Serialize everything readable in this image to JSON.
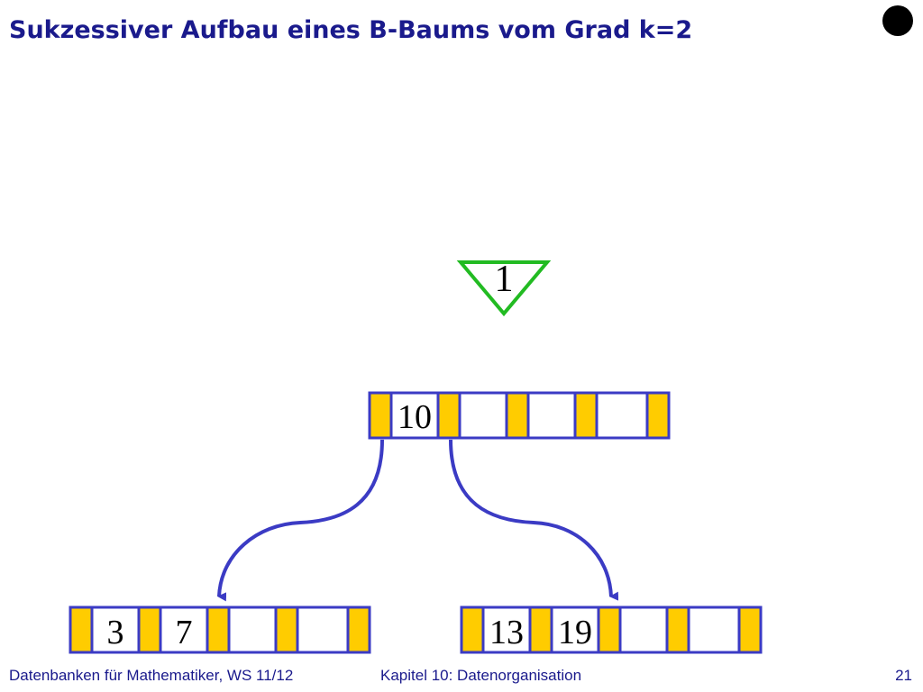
{
  "slide": {
    "title": "Sukzessiver Aufbau eines B-Baums vom Grad k=2",
    "page_number": "21"
  },
  "footer": {
    "course": "Datenbanken für Mathematiker, WS 11/12",
    "chapter": "Kapitel 10: Datenorganisation"
  },
  "insert": {
    "key": "1",
    "color": "#22bb22"
  },
  "tree": {
    "root": {
      "keys": [
        "10",
        "",
        "",
        ""
      ]
    },
    "children": [
      {
        "keys": [
          "3",
          "7",
          "",
          ""
        ]
      },
      {
        "keys": [
          "13",
          "19",
          "",
          ""
        ]
      }
    ]
  },
  "colors": {
    "title": "#1a1a8c",
    "node_border": "#3b3bc4",
    "pointer_fill": "#ffcc00",
    "arrow": "#3b3bc4"
  }
}
